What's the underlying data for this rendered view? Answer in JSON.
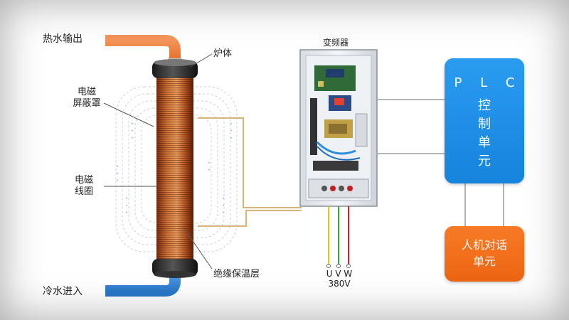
{
  "labels": {
    "hot_water_out": "热水输出",
    "cold_water_in": "冷水进入",
    "furnace_body": "炉体",
    "em_shield_line1": "电磁",
    "em_shield_line2": "屏蔽罩",
    "em_coil_line1": "电磁",
    "em_coil_line2": "线圈",
    "insulation_layer": "绝缘保温层",
    "inverter": "变频器",
    "phases": "U V W",
    "voltage": "380V"
  },
  "plc_unit": {
    "top": "P L C",
    "line1": "控",
    "line2": "制",
    "line3": "单",
    "line4": "元"
  },
  "hmi_unit": {
    "line1": "人机对话",
    "line2": "单元"
  },
  "colors": {
    "hot_pipe": "#f07a2c",
    "cold_pipe": "#3a8fe0",
    "coil": "#c8642a",
    "plc_blue": "#1e90e8",
    "hmi_orange": "#f07020",
    "wire_yellow": "#e8c800",
    "wire_green": "#2cae3a",
    "wire_red": "#d82020",
    "signal_line": "#b5b5b5",
    "coil_lead": "#d9b47a"
  }
}
